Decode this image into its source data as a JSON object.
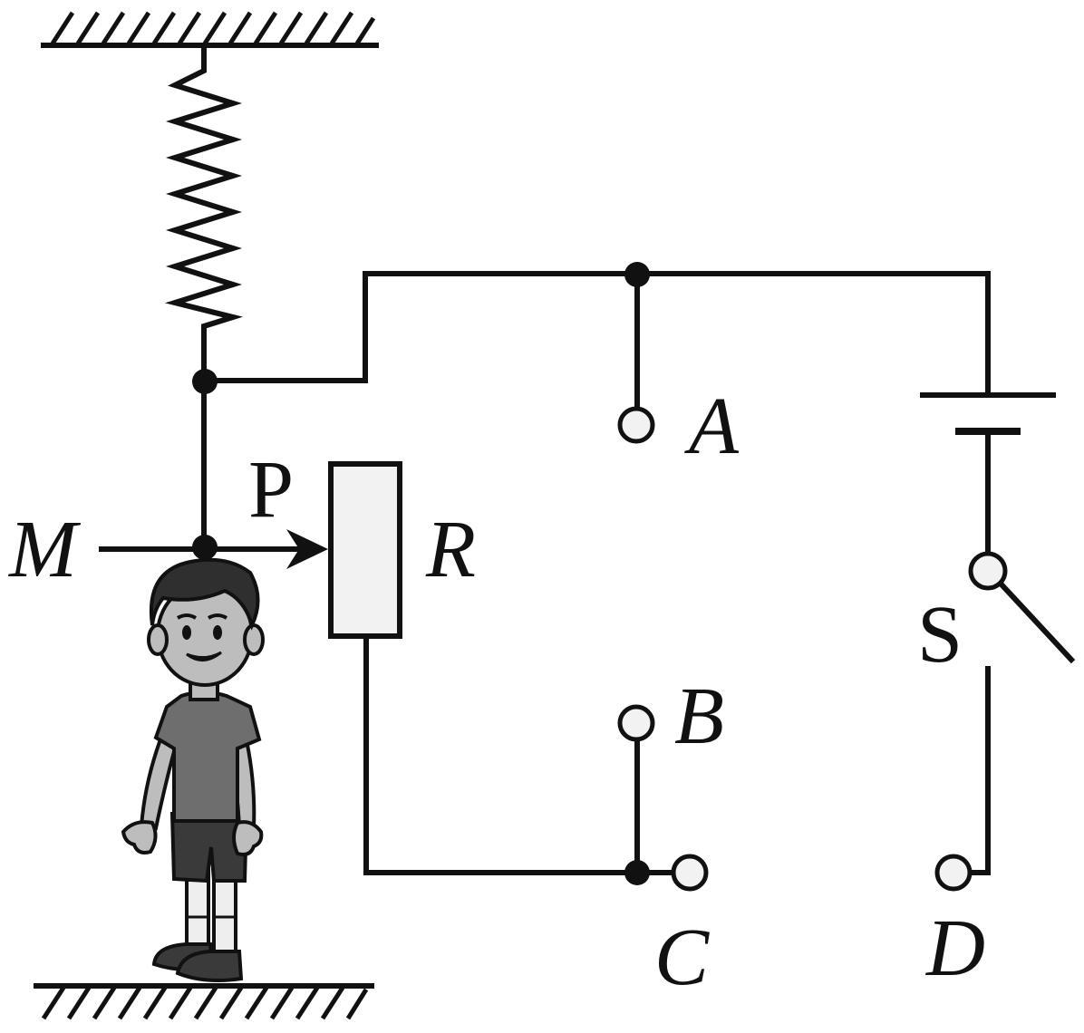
{
  "labels": {
    "M": "M",
    "P": "P",
    "R": "R",
    "A": "A",
    "B": "B",
    "C": "C",
    "D": "D",
    "S": "S"
  },
  "components": {
    "spring": "spring-icon",
    "resistor": "resistor-icon",
    "battery": "battery-icon",
    "switch": "switch-icon",
    "person": "boy-standing-icon"
  },
  "colors": {
    "line": "#111111",
    "terminal_fill": "#f2f2f2",
    "resistor_fill": "#f2f2f2",
    "shirt": "#6e6e6e",
    "shorts": "#3a3a3a",
    "skin": "#bdbdbd",
    "hair": "#2f2f2f"
  }
}
